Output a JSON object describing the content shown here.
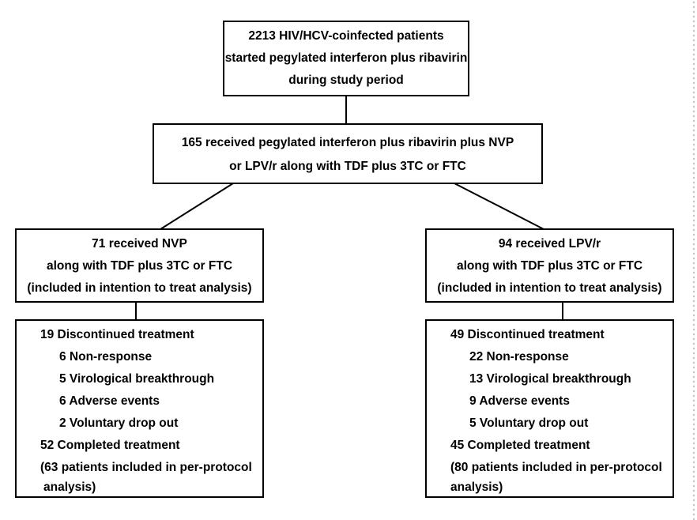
{
  "top_box": {
    "lines": [
      "2213 HIV/HCV-coinfected patients",
      "started pegylated interferon plus ribavirin",
      "during study period"
    ]
  },
  "second_box": {
    "lines": [
      "165 received pegylated interferon plus ribavirin plus NVP",
      "or LPV/r along with TDF plus 3TC or FTC"
    ]
  },
  "left_arm": {
    "lines": [
      "71 received NVP",
      "along with TDF plus 3TC or FTC",
      "(included in intention to treat analysis)"
    ],
    "outcome": {
      "discontinued": "19 Discontinued treatment",
      "reasons": [
        "6 Non-response",
        "5 Virological breakthrough",
        "6 Adverse events",
        "2 Voluntary drop out"
      ],
      "completed": "52 Completed treatment",
      "per_protocol_1": "(63 patients included in per-protocol",
      "per_protocol_2": "analysis)"
    }
  },
  "right_arm": {
    "lines": [
      "94 received LPV/r",
      "along with TDF plus 3TC or FTC",
      "(included in intention to treat analysis)"
    ],
    "outcome": {
      "discontinued": "49 Discontinued treatment",
      "reasons": [
        "22 Non-response",
        "13 Virological breakthrough",
        "9 Adverse events",
        "5 Voluntary drop out"
      ],
      "completed": "45 Completed treatment",
      "per_protocol_1": "(80 patients included in per-protocol",
      "per_protocol_2": "analysis)"
    }
  }
}
